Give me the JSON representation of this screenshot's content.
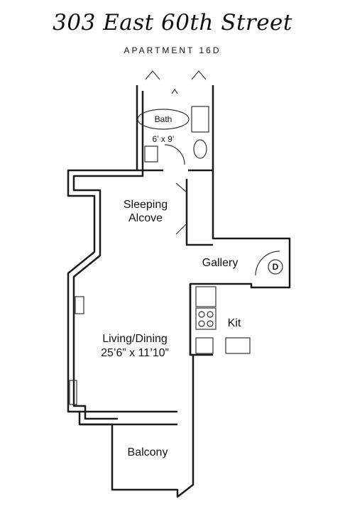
{
  "header": {
    "title": "303 East 60th Street",
    "subtitle": "APARTMENT 16D"
  },
  "rooms": {
    "bath": {
      "name": "Bath",
      "dims": "6’ x 9’"
    },
    "sleeping": {
      "line1": "Sleeping",
      "line2": "Alcove"
    },
    "gallery": {
      "name": "Gallery"
    },
    "closet": {
      "mark": "D"
    },
    "kitchen": {
      "name": "Kit"
    },
    "living": {
      "name": "Living/Dining",
      "dims": "25’6” x 11’10”"
    },
    "balcony": {
      "name": "Balcony"
    }
  }
}
